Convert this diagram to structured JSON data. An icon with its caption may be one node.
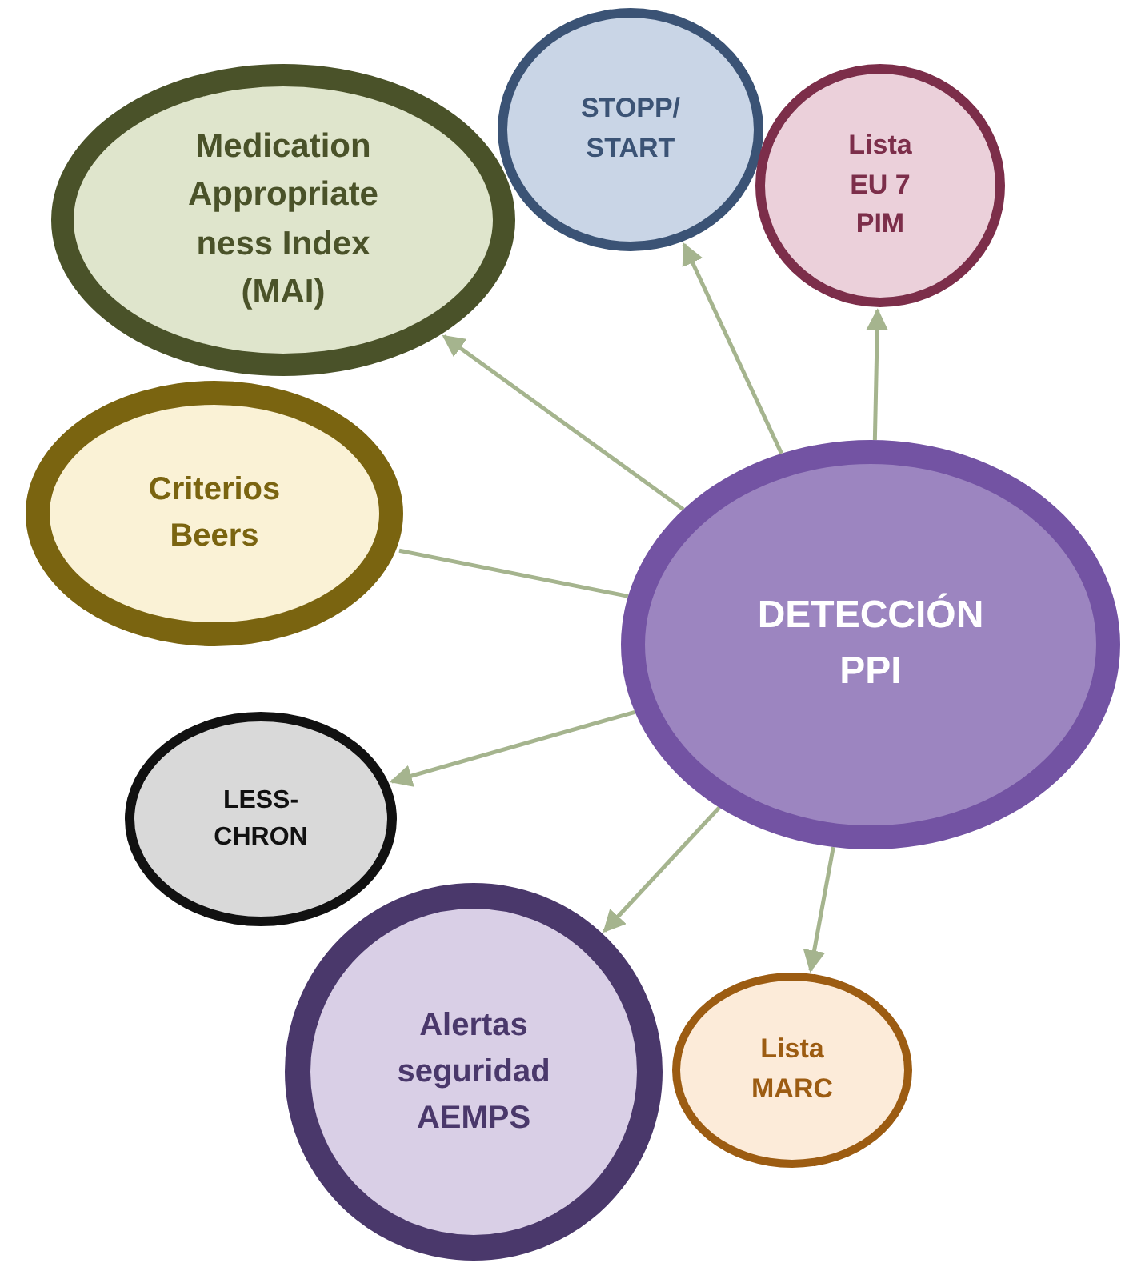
{
  "diagram": {
    "nodes": [
      {
        "text": [
          "Medication Appropriate ness Index (MAI)"
        ]
      },
      {
        "text": [
          "STOPP/ START"
        ]
      },
      {
        "text": [
          "Lista EU 7 PIM"
        ]
      },
      {
        "text": [
          "Criterios Beers"
        ]
      },
      {
        "text": [
          "DETECCIÓN PPI"
        ]
      },
      {
        "text": [
          "LESS- CHRON"
        ]
      },
      {
        "text": [
          "Alertas seguridad AEMPS"
        ]
      },
      {
        "text": [
          "Lista MARC"
        ]
      }
    ],
    "edges": [
      {
        "from": 4,
        "to": 0,
        "arrow": "to"
      },
      {
        "from": 4,
        "to": 1,
        "arrow": "to"
      },
      {
        "from": 4,
        "to": 2,
        "arrow": "to"
      },
      {
        "from": 4,
        "to": 3,
        "arrow": "none"
      },
      {
        "from": 4,
        "to": 5,
        "arrow": "to"
      },
      {
        "from": 4,
        "to": 6,
        "arrow": "to"
      },
      {
        "from": 4,
        "to": 7,
        "arrow": "to"
      }
    ]
  }
}
